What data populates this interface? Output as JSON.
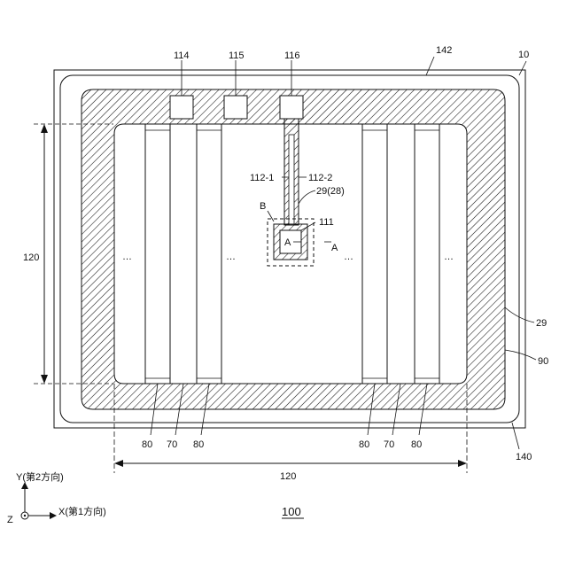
{
  "figure": {
    "number": "100",
    "labels": {
      "l10": "10",
      "l142": "142",
      "l140": "140",
      "l114": "114",
      "l115": "115",
      "l116": "116",
      "l112_1": "112-1",
      "l112_2": "112-2",
      "l29_28": "29(28)",
      "lB": "B",
      "l111": "111",
      "lA_left": "A",
      "lA_right": "A",
      "l120_v": "120",
      "l120_h": "120",
      "l29": "29",
      "l90": "90",
      "l80_1": "80",
      "l70_1": "70",
      "l80_2": "80",
      "l80_3": "80",
      "l70_2": "70",
      "l80_4": "80",
      "dots": "…"
    },
    "axes": {
      "y_label": "Y(第2方向)",
      "x_label": "X(第1方向)",
      "z_label": "Z"
    }
  },
  "colors": {
    "line": "#111111",
    "background": "#ffffff"
  }
}
